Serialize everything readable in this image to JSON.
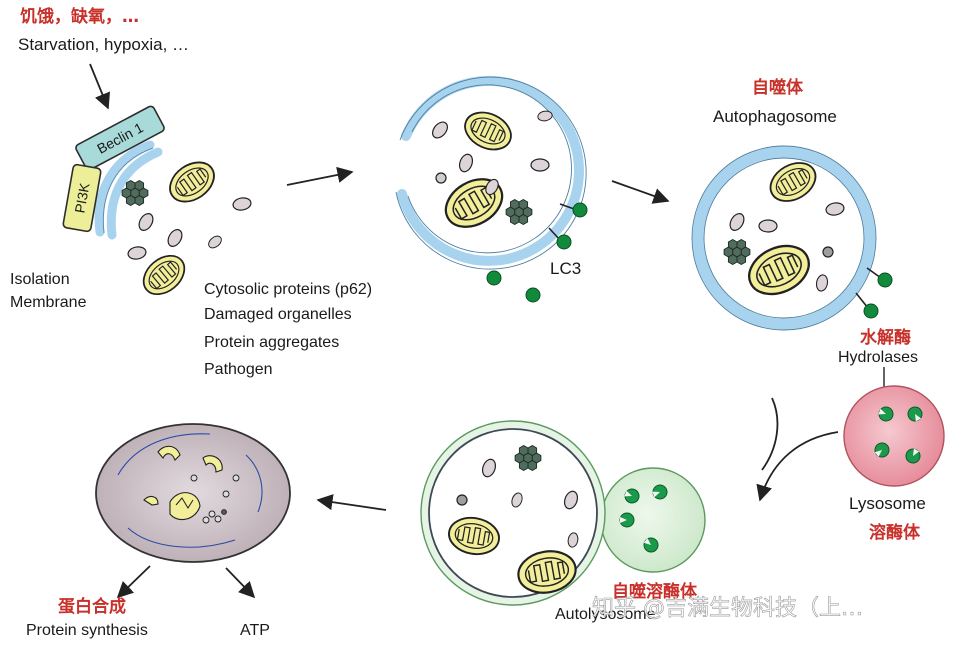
{
  "stimulus": {
    "zh": "饥饿，缺氧，…",
    "en": "Starvation, hypoxia, …"
  },
  "proteins": {
    "beclin": "Beclin 1",
    "pi3k": "PI3K"
  },
  "isolation_membrane": {
    "line1": "Isolation",
    "line2": "Membrane"
  },
  "cargo_list": [
    "Cytosolic proteins (p62)",
    "Damaged organelles",
    "Protein aggregates",
    "Pathogen"
  ],
  "lc3": "LC3",
  "autophagosome": {
    "zh": "自噬体",
    "en": "Autophagosome"
  },
  "hydrolases": {
    "zh": "水解酶",
    "en": "Hydrolases"
  },
  "lysosome": {
    "en": "Lysosome",
    "zh": "溶酶体"
  },
  "autolysosome": {
    "zh": "自噬溶酶体",
    "en": "Autolysosome"
  },
  "protein_synthesis": {
    "zh": "蛋白合成",
    "en": "Protein synthesis"
  },
  "atp": "ATP",
  "watermark": "知乎 @吉满生物科技（上…",
  "colors": {
    "label_red": "#c8302a",
    "membrane_blue": "#a8d3ee",
    "lc3_green": "#118a3c",
    "mito_yellow": "#f3ee9a",
    "lysosome_pink": "#e88d9b",
    "autolysosome_green": "#d8efd8"
  }
}
